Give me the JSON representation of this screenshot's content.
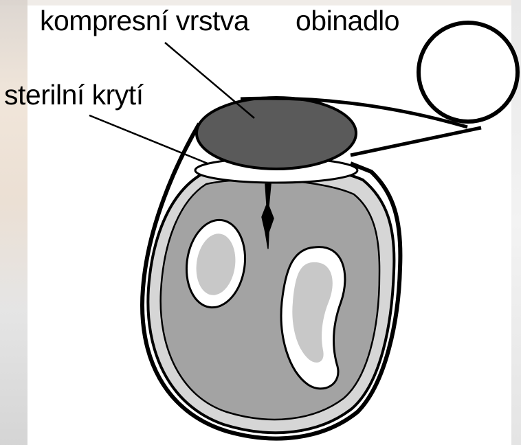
{
  "labels": {
    "compression_layer": "kompresní vrstva",
    "bandage": "obinadlo",
    "sterile_dressing": "sterilní krytí"
  },
  "colors": {
    "compression_layer": "#5a5a5a",
    "tissue_outer": "#d6d6d6",
    "tissue_inner": "#a3a3a3",
    "bone_core": "#c8c8c8",
    "outline": "#000000",
    "dressing": "#ffffff"
  },
  "icons": {
    "bandage_roll": "circle",
    "wound": "black-crack"
  }
}
